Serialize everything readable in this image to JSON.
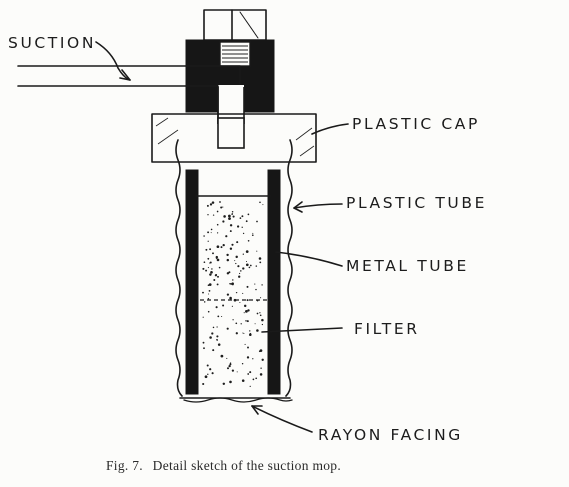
{
  "labels": {
    "suction": "SUCTION",
    "plastic_cap": "PLASTIC CAP",
    "plastic_tube": "PLASTIC TUBE",
    "metal_tube": "METAL TUBE",
    "filter": "FILTER",
    "rayon_facing": "RAYON FACING"
  },
  "caption": {
    "fig": "Fig. 7.",
    "text": "Detail sketch of the suction mop."
  }
}
